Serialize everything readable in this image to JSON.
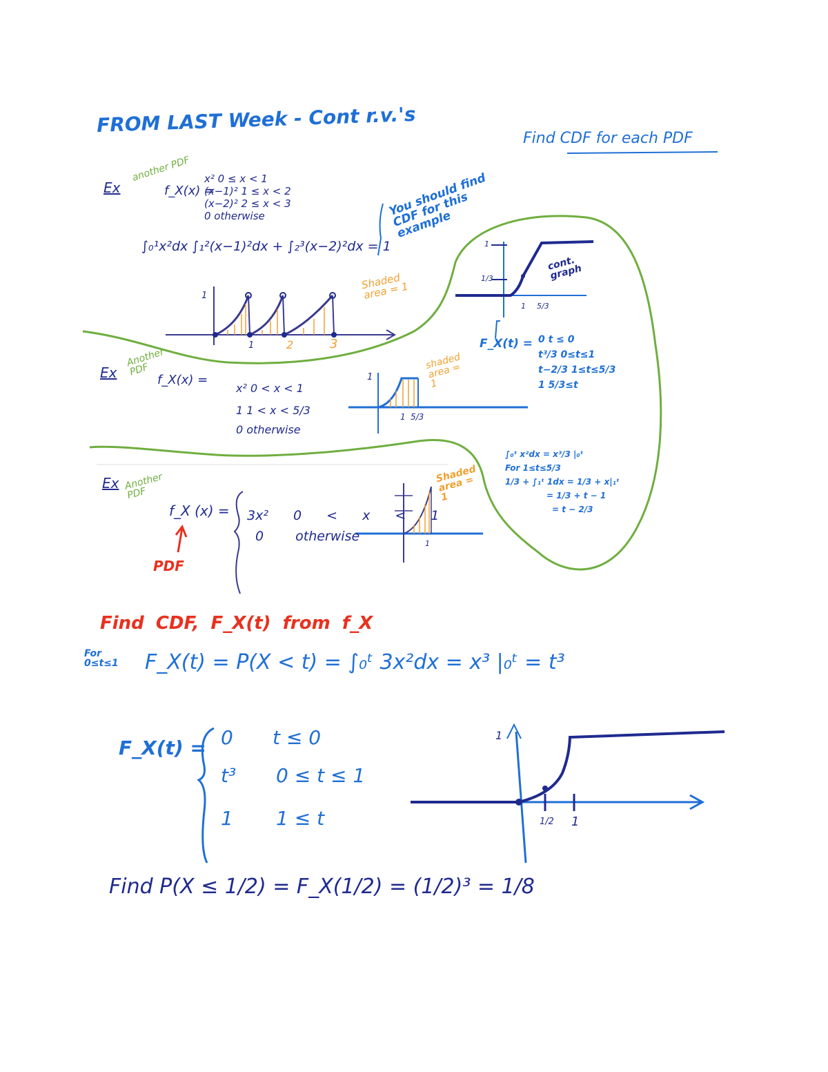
{
  "header": {
    "title": "FROM LAST Week - Cont r.v.'s",
    "subtitle": "Find CDF for each PDF"
  },
  "example1": {
    "ex": "Ex",
    "tag": "another PDF",
    "pdf_lhs": "f_X(x) =",
    "cases": [
      "x²   0 ≤ x < 1",
      "(x−1)²   1 ≤ x < 2",
      "(x−2)²   2 ≤ x < 3",
      "0   otherwise"
    ],
    "integral": "∫₀¹x²dx ∫₁²(x−1)²dx + ∫₂³(x−2)²dx = 1",
    "note": "You should find CDF for this example",
    "shaded": "Shaded area = 1",
    "graph_ticks": [
      "1",
      "2",
      "3"
    ],
    "graph_y": "1"
  },
  "example2": {
    "ex": "Ex",
    "tag": "Another PDF",
    "pdf_lhs": "f_X(x) =",
    "cases": [
      "x²   0 < x < 1",
      "1   1 < x < 5/3",
      "0   otherwise"
    ],
    "shaded": "shaded area = 1",
    "graph_y": "1",
    "graph_x": [
      "1",
      "5/3"
    ]
  },
  "example3": {
    "ex": "Ex",
    "tag": "Another PDF",
    "pdf_lhs": "f_X (x) =",
    "cases": [
      "3x²   0 < x < 1",
      "0   otherwise"
    ],
    "pdf_arrow_label": "PDF",
    "shaded": "Shaded area = 1",
    "graph_x": "1"
  },
  "cdf_panel": {
    "graph_label": "cont. graph",
    "y_ticks": [
      "1",
      "1/3"
    ],
    "x_ticks": [
      "1",
      "5/3"
    ],
    "lhs": "F_X(t) =",
    "cases": [
      "0   t ≤ 0",
      "t³/3   0≤t≤1",
      "t−2/3   1≤t≤5/3",
      "1   5/3≤t"
    ],
    "work": [
      "∫₀ᵗ x²dx = x³/3 |₀ᵗ",
      "For 1≤t≤5/3",
      "1/3 + ∫₁ᵗ 1dx = 1/3 + x|₁ᵗ",
      "= 1/3 + t − 1",
      "= t − 2/3"
    ]
  },
  "find_line": "Find  CDF, F_X(t)  from  f_X",
  "for_range": "For 0≤t≤1",
  "derivation": "F_X(t) = P(X < t) = ∫₀ᵗ 3x²dx = x³ |₀ᵗ = t³",
  "cdf_final": {
    "lhs": "F_X(t) =",
    "cases": [
      {
        "value": "0",
        "cond": "t ≤ 0"
      },
      {
        "value": "t³",
        "cond": "0 ≤ t ≤ 1"
      },
      {
        "value": "1",
        "cond": "1 ≤ t"
      }
    ],
    "graph_y": "1",
    "graph_x": [
      "1/2",
      "1"
    ]
  },
  "final_line": "Find   P(X ≤ 1/2) = F_X(1/2) = (1/2)³ = 1/8",
  "colors": {
    "blue": "#1f6fd6",
    "navy": "#1f2a8f",
    "green": "#6fae3f",
    "orange": "#f0a030",
    "red": "#e8311f"
  }
}
